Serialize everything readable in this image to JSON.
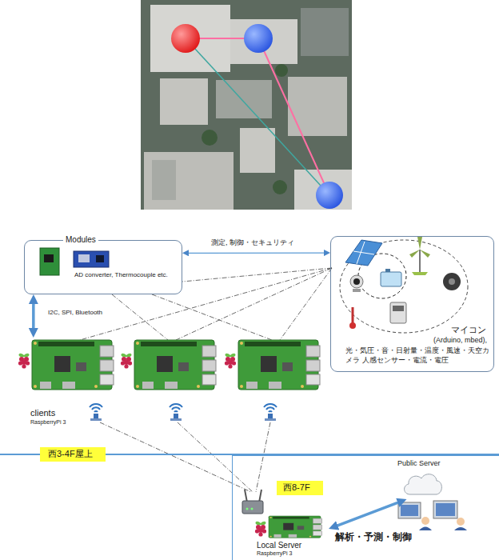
{
  "diagram": {
    "nodes": [
      {
        "text": [
          "Modules",
          "AD converter, Thermocouple etc."
        ]
      },
      {
        "text": [
          "マイコン",
          "(Arduino, mbed),",
          "光・気圧・音・日射量・温度・風速・天空カメラ 人感センサー・電流・電圧"
        ]
      },
      {
        "text": [
          "clients",
          "RaspberryPi 3"
        ]
      },
      {
        "text": [
          "西3-4F屋上"
        ]
      },
      {
        "text": [
          "解析・予測・制御"
        ]
      },
      {
        "text": [
          "西8-7F"
        ],
        "in": 4
      },
      {
        "text": [
          "Local Server",
          "RaspberryPi 3"
        ],
        "in": 4
      },
      {
        "text": [
          "Public Server"
        ],
        "in": 4
      }
    ],
    "edges": [
      {
        "from": 0,
        "to": 1,
        "arrow": "both",
        "label": "測定, 制御・セキュリティ"
      },
      {
        "from": 0,
        "to": 2,
        "arrow": "both",
        "label": "I2C, SPI, Bluetooth"
      },
      {
        "from": 6,
        "to": 7,
        "arrow": "both"
      }
    ]
  }
}
